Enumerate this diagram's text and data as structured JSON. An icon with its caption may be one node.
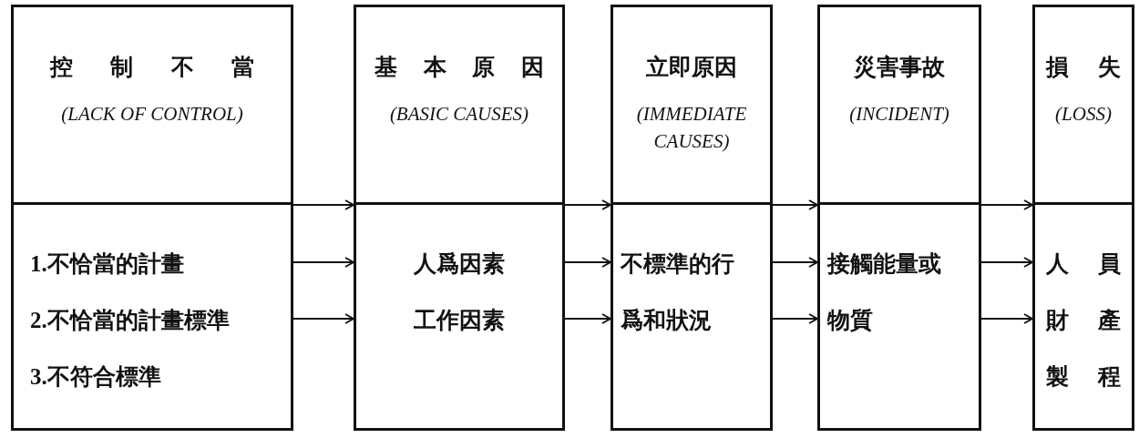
{
  "diagram": {
    "nodes": [
      {
        "text": [
          "控制不當",
          "(LACK OF CONTROL)"
        ]
      },
      {
        "text": [
          "1.不恰當的計畫",
          "2.不恰當的計畫標準",
          "3.不符合標準"
        ]
      },
      {
        "text": [
          "基本原因",
          "(BASIC CAUSES)"
        ]
      },
      {
        "text": [
          "人爲因素",
          "工作因素"
        ]
      },
      {
        "text": [
          "立即原因",
          "(IMMEDIATE CAUSES)"
        ]
      },
      {
        "text": [
          "不標準的行爲和狀況"
        ]
      },
      {
        "text": [
          "災害事故",
          "(INCIDENT)"
        ]
      },
      {
        "text": [
          "接觸能量或物質"
        ]
      },
      {
        "text": [
          "損失",
          "(LOSS)"
        ]
      },
      {
        "text": [
          "人員",
          "財產",
          "製程"
        ]
      }
    ],
    "edges": [
      {
        "from": 0,
        "to": 2,
        "arrow": "to"
      },
      {
        "from": 1,
        "to": 3,
        "arrow": "to"
      },
      {
        "from": 1,
        "to": 3,
        "arrow": "to"
      },
      {
        "from": 2,
        "to": 4,
        "arrow": "to"
      },
      {
        "from": 3,
        "to": 5,
        "arrow": "to"
      },
      {
        "from": 3,
        "to": 5,
        "arrow": "to"
      },
      {
        "from": 4,
        "to": 6,
        "arrow": "to"
      },
      {
        "from": 5,
        "to": 7,
        "arrow": "to"
      },
      {
        "from": 5,
        "to": 7,
        "arrow": "to"
      },
      {
        "from": 6,
        "to": 8,
        "arrow": "to"
      },
      {
        "from": 7,
        "to": 9,
        "arrow": "to"
      },
      {
        "from": 7,
        "to": 9,
        "arrow": "to"
      }
    ]
  }
}
